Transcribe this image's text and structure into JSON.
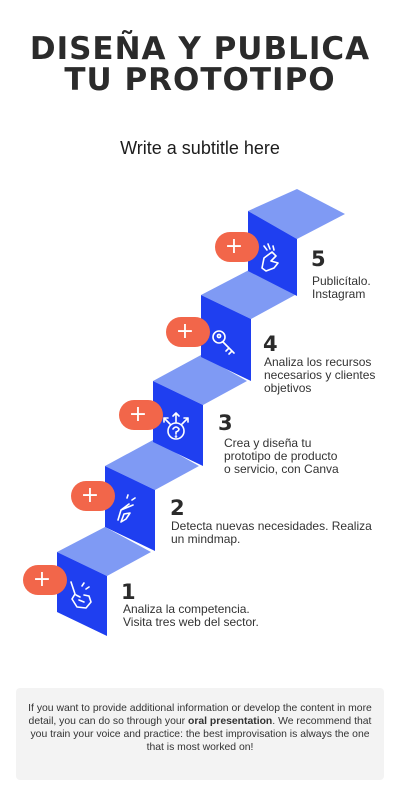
{
  "header": {
    "title_line1": "DISEÑA Y PUBLICA",
    "title_line2": "TU PROTOTIPO",
    "subtitle": "Write a subtitle here"
  },
  "steps": [
    {
      "number": "1",
      "text": "Analiza la competencia.\nVisita tres web del sector.",
      "icon": "hand-pointing-icon"
    },
    {
      "number": "2",
      "text": "Detecta nuevas necesidades. Realiza\nun mindmap.",
      "icon": "peace-hand-icon"
    },
    {
      "number": "3",
      "text": "Crea y diseña tu\nprototipo de producto\no servicio, con Canva",
      "icon": "question-arrows-icon"
    },
    {
      "number": "4",
      "text": "Analiza los recursos\nnecesarios y clientes\nobjetivos",
      "icon": "key-icon"
    },
    {
      "number": "5",
      "text": "Publicítalo.\nInstagram",
      "icon": "hand-thumbs-icon"
    }
  ],
  "plus_label": "+",
  "footer": {
    "text_before": "If you want to provide additional information or develop the content in more detail, you can do so through your ",
    "text_bold": "oral presentation",
    "text_after": ". We recommend that you train your voice and practice: the best improvisation is always the one that is most worked on!"
  },
  "colors": {
    "riser": "#1f3ff0",
    "tread": "#7f9af4",
    "accent": "#f2664a",
    "icon_stroke": "#ffffff"
  }
}
